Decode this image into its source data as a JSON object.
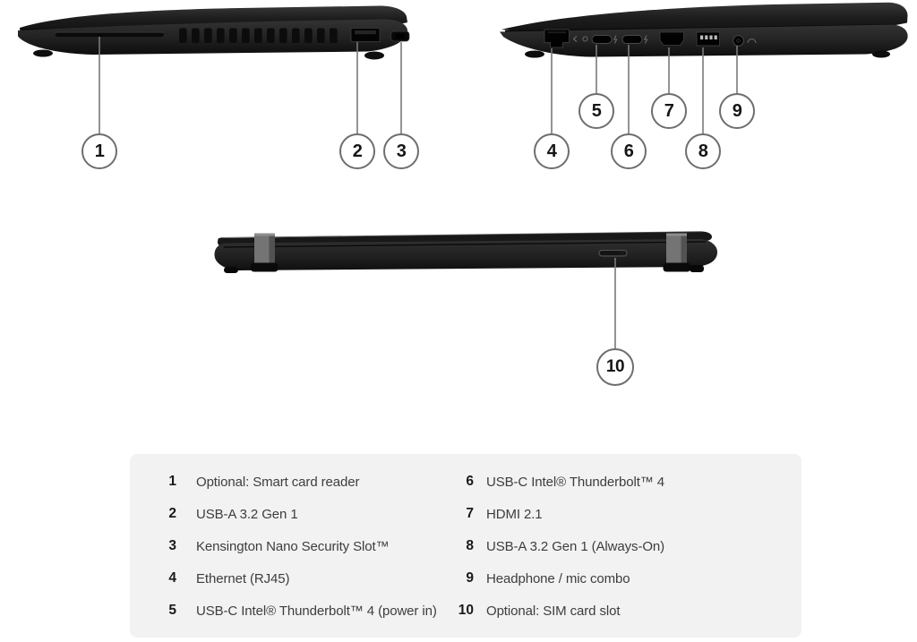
{
  "figure": {
    "type": "laptop-ports-diagram",
    "views": [
      "left-side",
      "right-side",
      "front-closed"
    ]
  },
  "colors": {
    "page_bg": "#ffffff",
    "laptop_body": "#262626",
    "laptop_lid": "#1b1b1b",
    "port_black": "#050505",
    "hinge_gray": "#767676",
    "callout_border": "#6e6e6e",
    "callout_line": "#7a7a7a",
    "callout_number": "#161616",
    "legend_bg": "#f2f2f3",
    "legend_number": "#1a1a1a",
    "legend_label": "#3d3d3d"
  },
  "callouts": [
    {
      "n": "1",
      "label": "Optional: Smart card reader",
      "icon": "smart-card-slot"
    },
    {
      "n": "2",
      "label": "USB-A 3.2 Gen 1",
      "icon": "usb-a-port"
    },
    {
      "n": "3",
      "label": "Kensington Nano Security Slot™",
      "icon": "kensington-nano-slot"
    },
    {
      "n": "4",
      "label": "Ethernet (RJ45)",
      "icon": "ethernet-rj45-port"
    },
    {
      "n": "5",
      "label": "USB-C Intel® Thunderbolt™ 4 (power in)",
      "icon": "usb-c-port"
    },
    {
      "n": "6",
      "label": "USB-C Intel® Thunderbolt™ 4",
      "icon": "usb-c-port"
    },
    {
      "n": "7",
      "label": "HDMI 2.1",
      "icon": "hdmi-port"
    },
    {
      "n": "8",
      "label": "USB-A 3.2 Gen 1 (Always-On)",
      "icon": "usb-a-port"
    },
    {
      "n": "9",
      "label": "Headphone / mic combo",
      "icon": "headphone-jack"
    },
    {
      "n": "10",
      "label": "Optional: SIM card slot",
      "icon": "sim-card-slot"
    }
  ]
}
